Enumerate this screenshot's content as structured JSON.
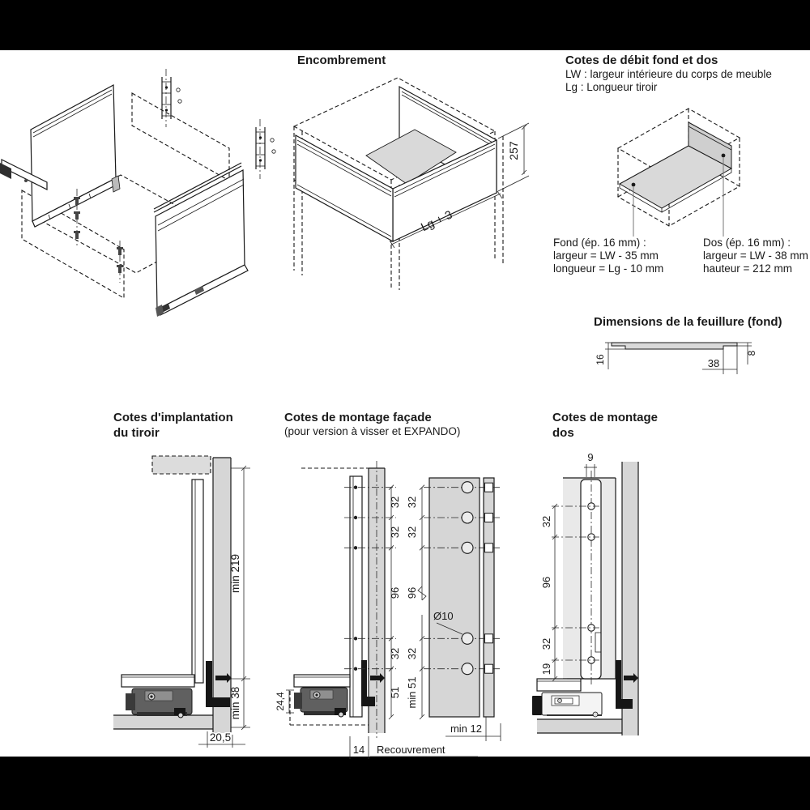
{
  "colors": {
    "frame_bar": "#000000",
    "line": "#1a1a1a",
    "panel_gray": "#d6d6d6",
    "light_gray": "#e9e9e9",
    "mechanism_dark": "#606060",
    "black_part": "#161616"
  },
  "sections": {
    "encombrement": {
      "title": "Encombrement",
      "dim_height": "257",
      "dim_length": "Lg + 3"
    },
    "debit": {
      "title": "Cotes de débit fond et dos",
      "legend_lw": "LW : largeur intérieure du corps de meuble",
      "legend_lg": "Lg : Longueur tiroir",
      "fond": {
        "heading": "Fond (ép. 16 mm) :",
        "width": "largeur = LW - 35 mm",
        "length": "longueur = Lg - 10 mm"
      },
      "dos": {
        "heading": "Dos (ép. 16 mm) :",
        "width": "largeur = LW - 38 mm",
        "height": "hauteur = 212 mm"
      }
    },
    "feuillure": {
      "title": "Dimensions de la feuillure (fond)",
      "thickness": "16",
      "rabbet_width": "38",
      "rabbet_thickness": "8"
    },
    "implantation": {
      "title_line1": "Cotes d'implantation",
      "title_line2": "du tiroir",
      "dim_height": "min 219",
      "dim_bottom": "min 38",
      "dim_front": "20,5"
    },
    "facade": {
      "title": "Cotes de montage façade",
      "subtitle": "(pour version à visser et EXPANDO)",
      "section_dims": [
        "32",
        "32",
        "96",
        "32",
        "51"
      ],
      "dim_offset": "24,4",
      "dim_front_gap": "14",
      "overlay_label": "Recouvrement",
      "front_dims": [
        "32",
        "32",
        "96",
        "32",
        "min 51"
      ],
      "hole_diameter": "Ø10",
      "dim_side_gap": "min 12"
    },
    "dos_mount": {
      "title_line1": "Cotes de montage",
      "title_line2": "dos",
      "dim_top_offset": "9",
      "dims": [
        "32",
        "96",
        "32",
        "19"
      ]
    }
  }
}
